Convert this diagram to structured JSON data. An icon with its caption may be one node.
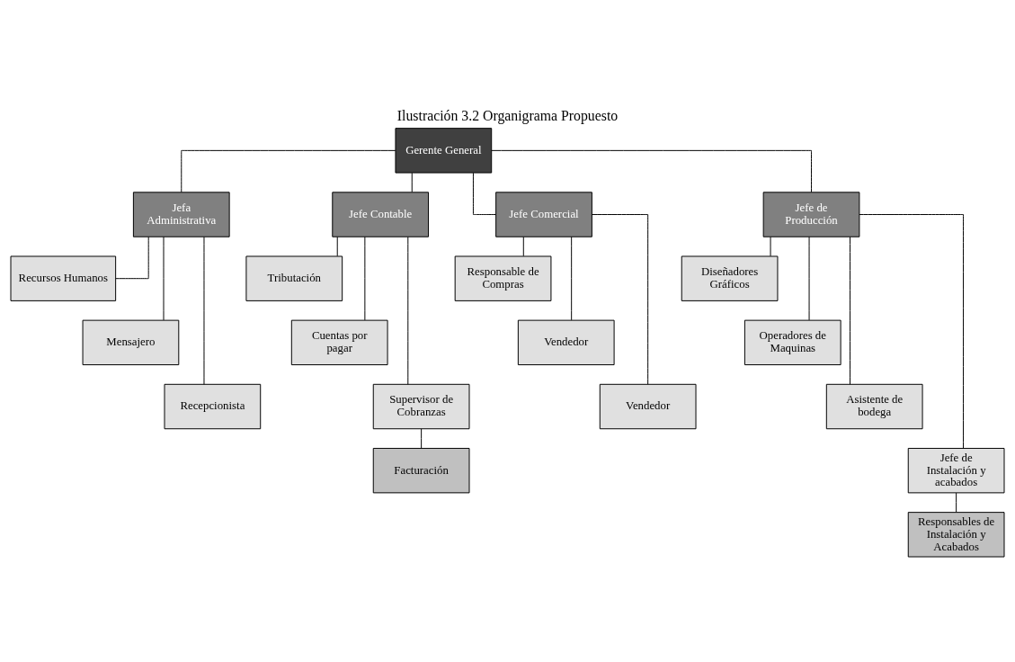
{
  "diagram": {
    "title": "Ilustración 3.2 Organigrama Propuesto",
    "nodes": [
      {
        "text": [
          "Gerente General"
        ]
      },
      {
        "text": [
          "Jefa Administrativa"
        ]
      },
      {
        "text": [
          "Jefe Contable"
        ]
      },
      {
        "text": [
          "Jefe Comercial"
        ]
      },
      {
        "text": [
          "Jefe de Producción"
        ]
      },
      {
        "text": [
          "Recursos Humanos"
        ]
      },
      {
        "text": [
          "Mensajero"
        ]
      },
      {
        "text": [
          "Recepcionista"
        ]
      },
      {
        "text": [
          "Tributación"
        ]
      },
      {
        "text": [
          "Cuentas por pagar"
        ]
      },
      {
        "text": [
          "Supervisor de Cobranzas"
        ]
      },
      {
        "text": [
          "Facturación"
        ]
      },
      {
        "text": [
          "Responsable de Compras"
        ]
      },
      {
        "text": [
          "Vendedor"
        ]
      },
      {
        "text": [
          "Vendedor"
        ]
      },
      {
        "text": [
          "Diseñadores Gráficos"
        ]
      },
      {
        "text": [
          "Operadores de Maquinas"
        ]
      },
      {
        "text": [
          "Asistente de bodega"
        ]
      },
      {
        "text": [
          "Jefe de Instalación y acabados"
        ]
      },
      {
        "text": [
          "Responsables de Instalación y Acabados"
        ]
      }
    ],
    "edges": [
      {
        "from": 0,
        "to": 1,
        "arrow": "none"
      },
      {
        "from": 0,
        "to": 2,
        "arrow": "none"
      },
      {
        "from": 0,
        "to": 3,
        "arrow": "none"
      },
      {
        "from": 0,
        "to": 4,
        "arrow": "none"
      },
      {
        "from": 1,
        "to": 5,
        "arrow": "none"
      },
      {
        "from": 1,
        "to": 6,
        "arrow": "none"
      },
      {
        "from": 1,
        "to": 7,
        "arrow": "none"
      },
      {
        "from": 2,
        "to": 8,
        "arrow": "none"
      },
      {
        "from": 2,
        "to": 9,
        "arrow": "none"
      },
      {
        "from": 2,
        "to": 10,
        "arrow": "none"
      },
      {
        "from": 10,
        "to": 11,
        "arrow": "none"
      },
      {
        "from": 3,
        "to": 12,
        "arrow": "none"
      },
      {
        "from": 3,
        "to": 13,
        "arrow": "none"
      },
      {
        "from": 3,
        "to": 14,
        "arrow": "none"
      },
      {
        "from": 4,
        "to": 15,
        "arrow": "none"
      },
      {
        "from": 4,
        "to": 16,
        "arrow": "none"
      },
      {
        "from": 4,
        "to": 17,
        "arrow": "none"
      },
      {
        "from": 4,
        "to": 18,
        "arrow": "none"
      },
      {
        "from": 18,
        "to": 19,
        "arrow": "none"
      }
    ]
  }
}
